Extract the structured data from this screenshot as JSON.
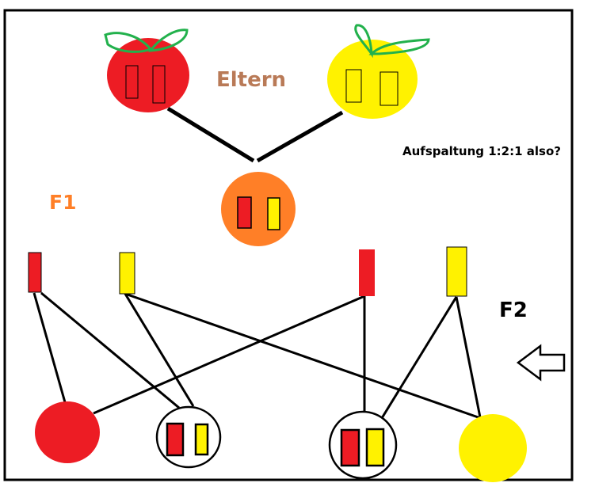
{
  "title": "Eltern",
  "question": "Aufspaltung 1:2:1 also?",
  "generations": {
    "parents": "Eltern",
    "f1": "F1",
    "f2": "F2"
  },
  "colors": {
    "red": "#ed1c24",
    "yellow": "#fff200",
    "orange": "#ff7f27",
    "leaf": "#22b14c",
    "eltern_label": "#b97a57",
    "f1_label": "#ff7f27",
    "f2_label": "#000000",
    "line": "#000000"
  },
  "parents": [
    {
      "name": "red-parent",
      "phenotype": "red",
      "alleles": [
        "red",
        "red"
      ]
    },
    {
      "name": "yellow-parent",
      "phenotype": "yellow",
      "alleles": [
        "yellow",
        "yellow"
      ]
    }
  ],
  "f1": {
    "phenotype": "orange",
    "alleles": [
      "red",
      "yellow"
    ]
  },
  "gametes": [
    {
      "allele": "red"
    },
    {
      "allele": "yellow"
    },
    {
      "allele": "red"
    },
    {
      "allele": "yellow"
    }
  ],
  "f2": [
    {
      "phenotype": "red",
      "genotype": "homozygous"
    },
    {
      "phenotype": "heterozygous",
      "alleles": [
        "red",
        "yellow"
      ]
    },
    {
      "phenotype": "heterozygous",
      "alleles": [
        "red",
        "yellow"
      ]
    },
    {
      "phenotype": "yellow",
      "genotype": "homozygous"
    }
  ],
  "arrow": "arrow-left-icon"
}
